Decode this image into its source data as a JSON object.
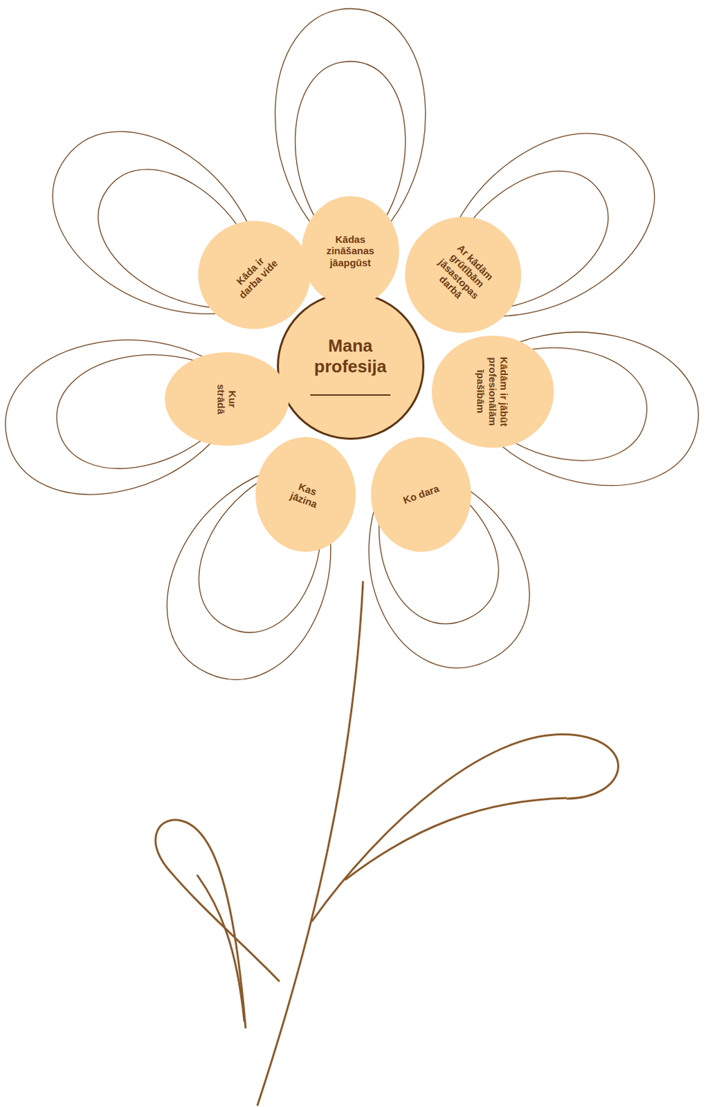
{
  "diagram": {
    "nodes": [
      {
        "text": [
          "Mana profesija"
        ]
      },
      {
        "text": [
          "Kādas zināšanas jāapgūst"
        ]
      },
      {
        "text": [
          "Ar kādām grūtībām jāsastopas darbā"
        ]
      },
      {
        "text": [
          "Kādām ir jābūt profesionālām īpašībām"
        ]
      },
      {
        "text": [
          "Ko dara"
        ]
      },
      {
        "text": [
          "Kas jāzina"
        ]
      },
      {
        "text": [
          "Kur strādā"
        ]
      },
      {
        "text": [
          "Kāda ir darba vide"
        ]
      }
    ]
  }
}
